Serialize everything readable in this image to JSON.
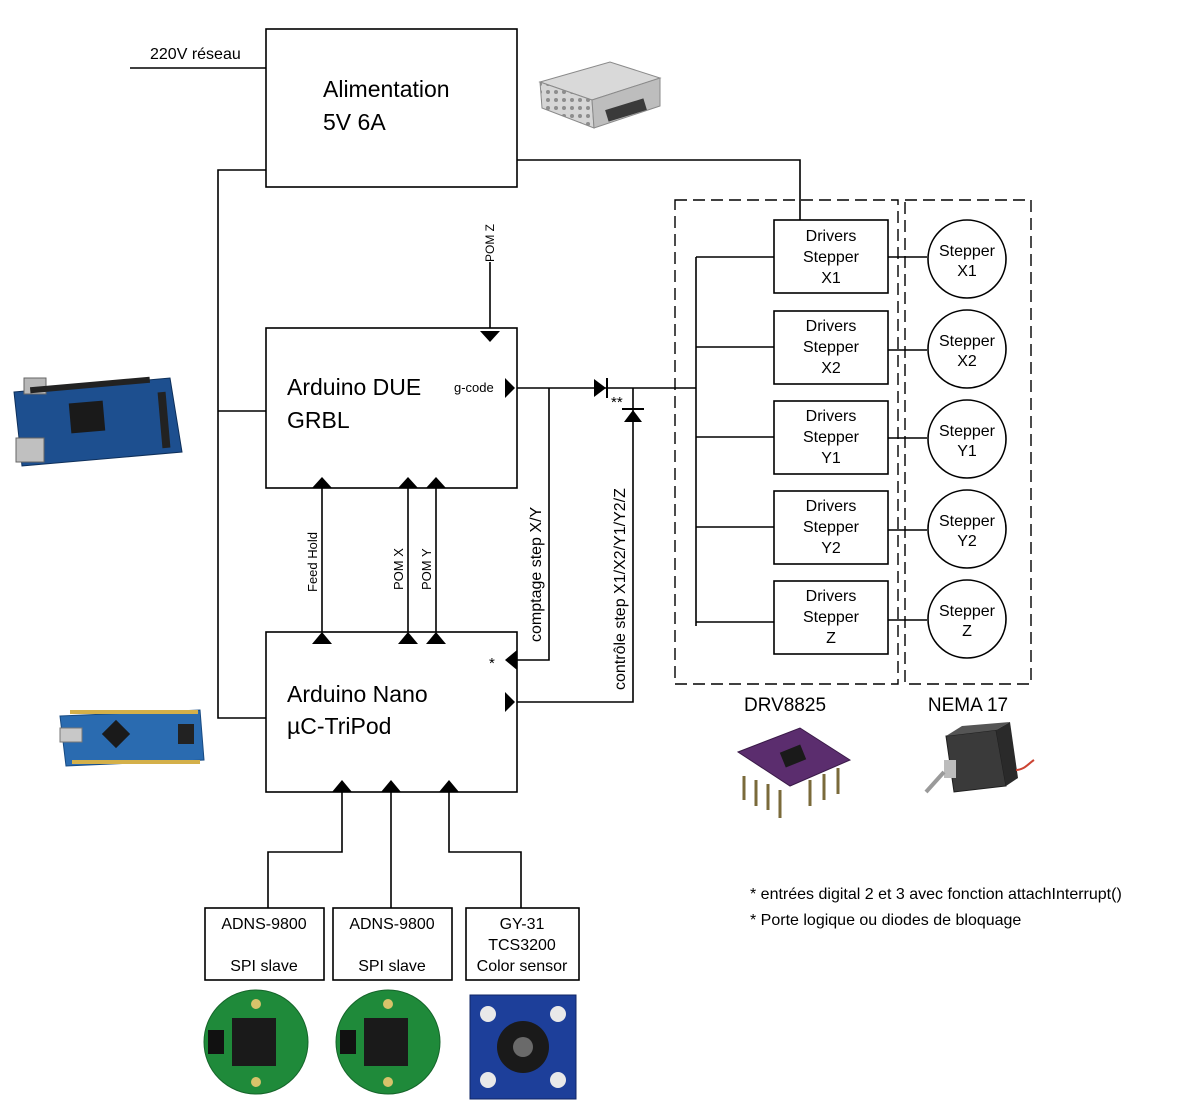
{
  "mains_label": "220V réseau",
  "psu": {
    "line1": "Alimentation",
    "line2": "5V 6A"
  },
  "due": {
    "line1": "Arduino DUE",
    "line2": "GRBL",
    "output_label": "g-code",
    "pom_z": "POM Z"
  },
  "nano": {
    "line1": "Arduino Nano",
    "line2": "µC-TriPod",
    "interrupt_mark": "*"
  },
  "signals": {
    "feed_hold": "Feed Hold",
    "pom_x": "POM X",
    "pom_y": "POM Y",
    "step_count": "comptage step X/Y",
    "step_control": "contrôle step X1/X2/Y1/Y2/Z",
    "diode_mark": "**"
  },
  "drivers": [
    {
      "l1": "Drivers",
      "l2": "Stepper",
      "l3": "X1"
    },
    {
      "l1": "Drivers",
      "l2": "Stepper",
      "l3": "X2"
    },
    {
      "l1": "Drivers",
      "l2": "Stepper",
      "l3": "Y1"
    },
    {
      "l1": "Drivers",
      "l2": "Stepper",
      "l3": "Y2"
    },
    {
      "l1": "Drivers",
      "l2": "Stepper",
      "l3": "Z"
    }
  ],
  "steppers": [
    {
      "l1": "Stepper",
      "l2": "X1"
    },
    {
      "l1": "Stepper",
      "l2": "X2"
    },
    {
      "l1": "Stepper",
      "l2": "Y1"
    },
    {
      "l1": "Stepper",
      "l2": "Y2"
    },
    {
      "l1": "Stepper",
      "l2": "Z"
    }
  ],
  "drv_group_label": "DRV8825",
  "motor_group_label": "NEMA 17",
  "sensors": [
    {
      "l1": "ADNS-9800",
      "l2": "",
      "l3": "SPI slave"
    },
    {
      "l1": "ADNS-9800",
      "l2": "",
      "l3": "SPI slave"
    },
    {
      "l1": "GY-31",
      "l2": "TCS3200",
      "l3": "Color sensor"
    }
  ],
  "notes": [
    "* entrées digital 2 et 3 avec fonction attachInterrupt()",
    "* Porte logique ou diodes de bloquage"
  ],
  "colors": {
    "due_board": "#1d4f8f",
    "nano_board": "#2a6bb0",
    "driver_board": "#5b2d6e",
    "sensor_board": "#1f8a3a",
    "color_sensor_board": "#1d3f9a",
    "psu_case": "#c9c9c9",
    "motor_body": "#3a3a3a"
  }
}
